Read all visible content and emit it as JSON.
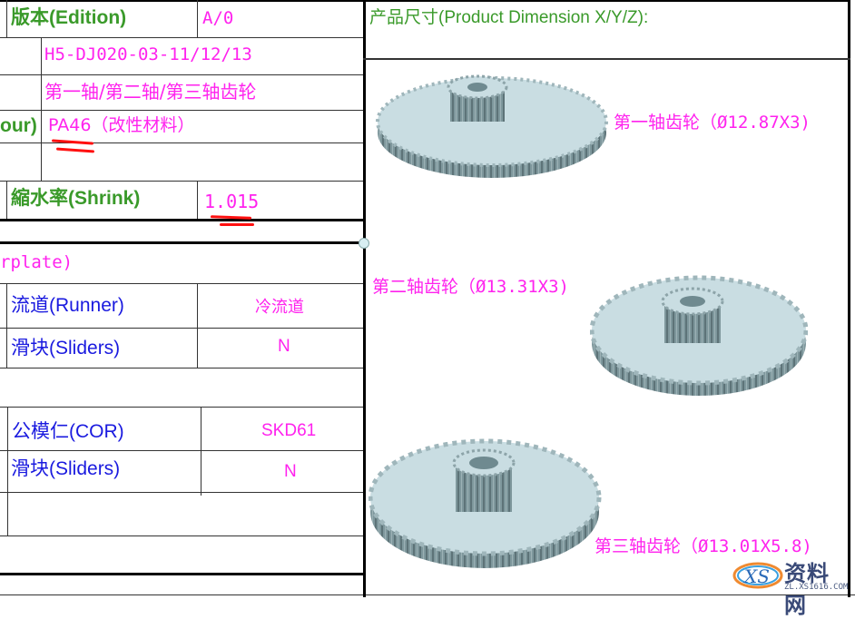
{
  "left_table": {
    "top_section": {
      "edition_label": "版本(Edition)",
      "edition_value": "A/0",
      "part_number": "H5-DJ020-03-11/12/13",
      "part_name": "第一轴/第二轴/第三轴齿轮",
      "material_label_partial": "our)",
      "material_value": "PA46（改性材料）",
      "shrink_label": "縮水率(Shrink)",
      "shrink_value": "1.015"
    },
    "middle_section": {
      "heading_partial": "rplate)",
      "rows": [
        {
          "label": "流道(Runner)",
          "value": "冷流道"
        },
        {
          "label": "滑块(Sliders)",
          "value": "N"
        }
      ]
    },
    "bottom_section": {
      "rows": [
        {
          "label": "公模仁(COR)",
          "value": "SKD61"
        },
        {
          "label": "滑块(Sliders)",
          "value": "N"
        }
      ]
    }
  },
  "right_panel": {
    "title": "产品尺寸(Product Dimension  X/Y/Z):",
    "gears": [
      {
        "name": "第一轴齿轮",
        "dimension": "（Ø12.87X3)"
      },
      {
        "name": "第二轴齿轮",
        "dimension": "（Ø13.31X3)"
      },
      {
        "name": "第三轴齿轮",
        "dimension": "（Ø13.01X5.8)"
      }
    ]
  },
  "watermark": {
    "logo_text": "XS",
    "site_name": "资料网",
    "url": "ZL.XS1616.COM"
  },
  "colors": {
    "label_green": "#3a9a2a",
    "value_magenta": "#ff22ee",
    "label_blue": "#1a1adf",
    "annotation_red": "#ff1010",
    "gear_face": "#c9dde2",
    "gear_side": "#6f8a90"
  }
}
